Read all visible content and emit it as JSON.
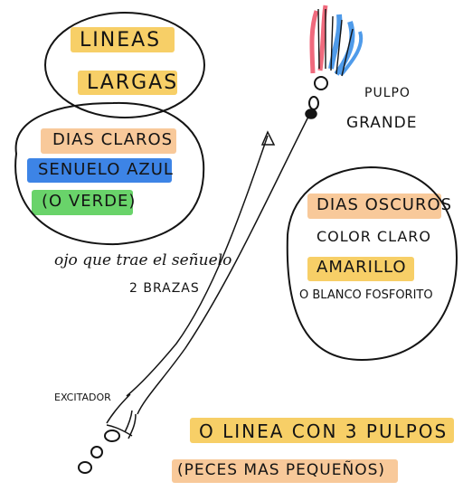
{
  "colors": {
    "ink": "#141414",
    "highlight_yellow": "#f7cf67",
    "highlight_orange": "#f8c99a",
    "highlight_blue": "#3d84e6",
    "highlight_green": "#69d36a",
    "lure_pink": "#f06a7d",
    "lure_blue": "#4f9bea"
  },
  "top_left_bubble": {
    "line1": "LINEAS",
    "line2": "LARGAS"
  },
  "clear_days_bubble": {
    "title": "DIAS CLAROS",
    "line1": "SENUELO AZUL",
    "line2": "(O VERDE)"
  },
  "dark_days_bubble": {
    "title": "DIAS OSCUROS",
    "line1": "COLOR CLARO",
    "line2": "AMARILLO",
    "line3": "O BLANCO FOSFORITO"
  },
  "big_octopus_label": {
    "line1": "PULPO",
    "line2": "GRANDE"
  },
  "center_note": {
    "line1": "ojo que trae el señuelo",
    "line2": "2 BRAZAS"
  },
  "exciter_label": "EXCITADOR",
  "bottom_note": {
    "line1": "O LINEA CON 3 PULPOS",
    "line2": "(PECES MAS PEQUEÑOS)"
  }
}
